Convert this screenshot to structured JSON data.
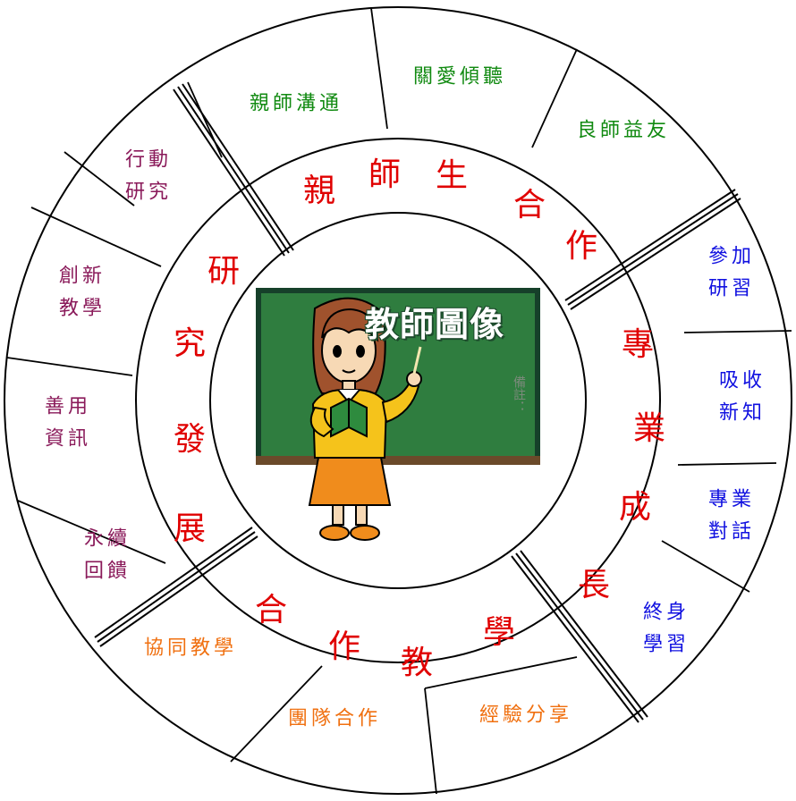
{
  "center": {
    "title": "教師圖像",
    "board_note": "備註：",
    "colors": {
      "board": "#2f7d3f",
      "board_frame": "#16402a",
      "skin": "#f7d9b5",
      "hair": "#a0522d",
      "shirt": "#f5c31b",
      "skirt": "#f08c1c",
      "book": "#2e8b3e"
    }
  },
  "inner_labels": {
    "top": [
      "親",
      "師",
      "生",
      "合",
      "作"
    ],
    "right": [
      "專",
      "業",
      "成",
      "長"
    ],
    "bottom": [
      "合",
      "作",
      "教",
      "學"
    ],
    "left": [
      "研",
      "究",
      "發",
      "展"
    ]
  },
  "outer_labels": {
    "top": [
      "親師溝通",
      "關愛傾聽",
      "良師益友"
    ],
    "right": [
      [
        "參加",
        "研習"
      ],
      [
        "吸收",
        "新知"
      ],
      [
        "專業",
        "對話"
      ],
      [
        "終身",
        "學習"
      ]
    ],
    "bottom": [
      "協同教學",
      "團隊合作",
      "經驗分享"
    ],
    "left": [
      [
        "行動",
        "研究"
      ],
      [
        "創新",
        "教學"
      ],
      [
        "善用",
        "資訊"
      ],
      [
        "永續",
        "回饋"
      ]
    ]
  },
  "colors": {
    "inner_text": "#e00000",
    "top_group": "#118a11",
    "right_group": "#1010e0",
    "bottom_group": "#f07010",
    "left_group": "#8a1a5a"
  }
}
